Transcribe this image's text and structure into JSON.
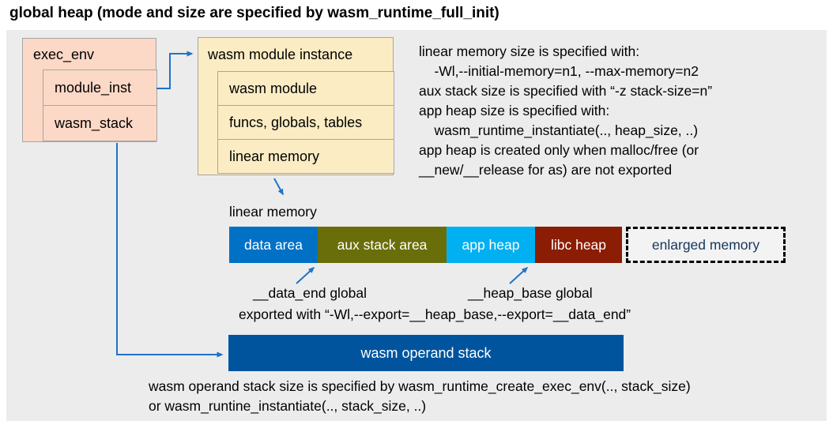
{
  "title": "global heap (mode and size are specified by wasm_runtime_full_init)",
  "exec_env": {
    "title": "exec_env",
    "rows": [
      "module_inst",
      "wasm_stack"
    ]
  },
  "module_instance": {
    "title": "wasm module instance",
    "rows": [
      "wasm module",
      "funcs, globals, tables",
      "linear memory"
    ]
  },
  "notes": {
    "lines": [
      "linear memory size is specified with:",
      "    -Wl,--initial-memory=n1, --max-memory=n2",
      "aux stack size is specified with “-z stack-size=n”",
      "app heap size is specified with:",
      "    wasm_runtime_instantiate(.., heap_size, ..)",
      "app heap is created only when malloc/free (or",
      "__new/__release for as) are not exported"
    ]
  },
  "linear_memory": {
    "label": "linear memory",
    "segments": [
      {
        "label": "data area",
        "color": "#0071c5"
      },
      {
        "label": "aux stack area",
        "color": "#6a6e0a"
      },
      {
        "label": "app heap",
        "color": "#00b0f0"
      },
      {
        "label": "libc heap",
        "color": "#8a1d04"
      }
    ],
    "enlarged": {
      "label": "enlarged memory",
      "text_color": "#17365d"
    }
  },
  "annotations": {
    "data_end": "__data_end global",
    "heap_base": "__heap_base global",
    "exported": "exported with “-Wl,--export=__heap_base,--export=__data_end”"
  },
  "operand_stack": {
    "label": "wasm operand stack",
    "color": "#00549e",
    "notes": [
      "wasm operand stack size is specified by wasm_runtime_create_exec_env(.., stack_size)",
      "or wasm_runtine_instantiate(.., stack_size, ..)"
    ]
  },
  "colors": {
    "panel_bg": "#ececec",
    "exec_env_fill": "#fcd8c6",
    "module_instance_fill": "#fcecc4",
    "arrow": "#2072c8",
    "box_border": "#a6a6a6"
  }
}
